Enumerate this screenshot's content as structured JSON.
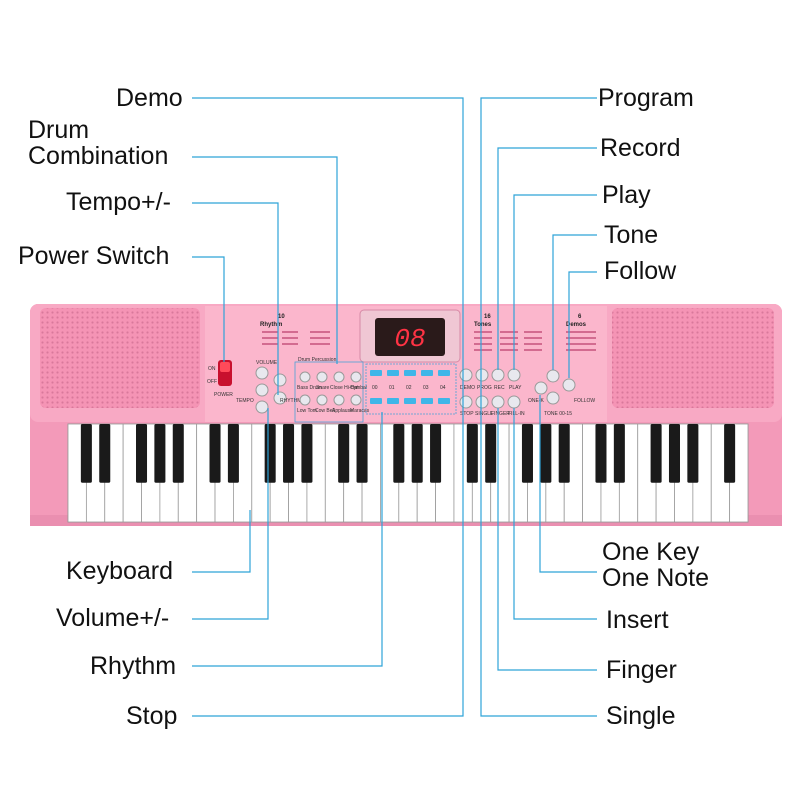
{
  "colors": {
    "body": "#f7a3c0",
    "body_dark": "#e98bad",
    "panel": "#fbc4d6",
    "leader": "#2ea3d8",
    "display_bg": "#2a1a1a",
    "display_digits": "#ff3344",
    "drum_pad": "#3fb6e8"
  },
  "labels_left": {
    "demo": "Demo",
    "drum_combination_line1": "Drum",
    "drum_combination_line2": "Combination",
    "tempo": "Tempo+/-",
    "power_switch": "Power Switch",
    "keyboard": "Keyboard",
    "volume": "Volume+/-",
    "rhythm": "Rhythm",
    "stop": "Stop"
  },
  "labels_right": {
    "program": "Program",
    "record": "Record",
    "play": "Play",
    "tone": "Tone",
    "follow": "Follow",
    "one_key_line1": "One Key",
    "one_key_line2": "One Note",
    "insert": "Insert",
    "finger": "Finger",
    "single": "Single"
  },
  "panel_text": {
    "display": "08",
    "rhythm_title": "Rhythm",
    "rhythm_count": "10",
    "tones_title": "Tones",
    "tones_count": "16",
    "demos_title": "Demos",
    "demos_count": "6",
    "drum_percussion": "Drum Percussion",
    "power_on": "ON",
    "power_off": "OFF",
    "power": "POWER",
    "volume": "VOLUME",
    "rhythm_btn": "RHYTHM",
    "tempo": "TEMPO",
    "demo_btn": "DEMO",
    "prog": "PROG",
    "rec": "REC",
    "play_btn": "PLAY",
    "stop_btn": "STOP",
    "single_btn": "SINGLE",
    "finger_btn": "FINGER",
    "fillin": "FILL-IN",
    "onekey": "ONE-K",
    "follow_btn": "FOLLOW",
    "tone_sel": "TONE 00-15",
    "drum_labels": [
      "Bass Drum",
      "Snare",
      "Close Hi-Hat",
      "Cymbal",
      "Low Tom",
      "Cow Bell",
      "Applause",
      "Maracas"
    ],
    "numbers": [
      "00",
      "01",
      "02",
      "03",
      "04"
    ]
  }
}
